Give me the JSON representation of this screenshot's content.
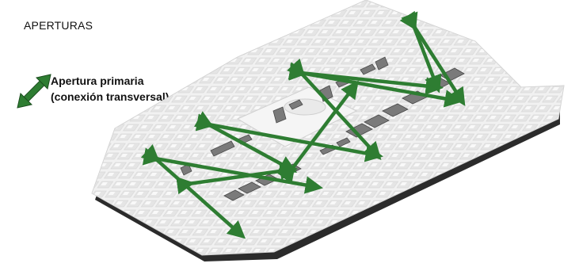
{
  "title": "APERTURAS",
  "legend": {
    "line1": "Apertura primaria",
    "line2": "(conexión transversal)",
    "arrow_color": "#2e7d32"
  },
  "colors": {
    "model_top": "#f1f1f1",
    "model_edge": "#2b2b2b",
    "building": "#e3e3e3",
    "building_shadow": "#bdbdbd",
    "dark_block": "#7a7a7a",
    "arrow": "#2e7d32",
    "arrow_outline": "#1b4d1e"
  }
}
